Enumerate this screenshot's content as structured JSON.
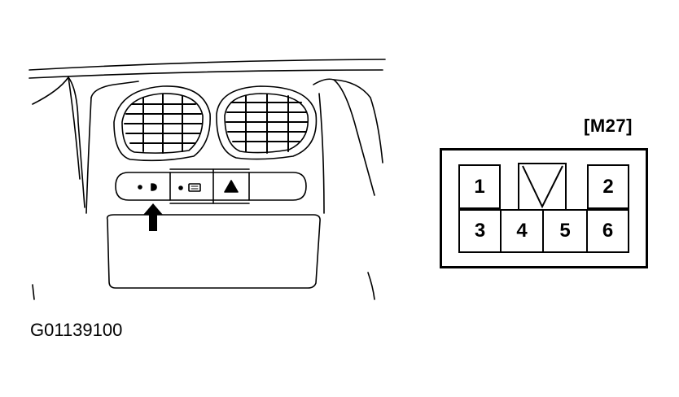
{
  "connector": {
    "label": "[M27]",
    "pins": {
      "p1": "1",
      "p2": "2",
      "p3": "3",
      "p4": "4",
      "p5": "5",
      "p6": "6"
    }
  },
  "figure_id": "G01139100"
}
